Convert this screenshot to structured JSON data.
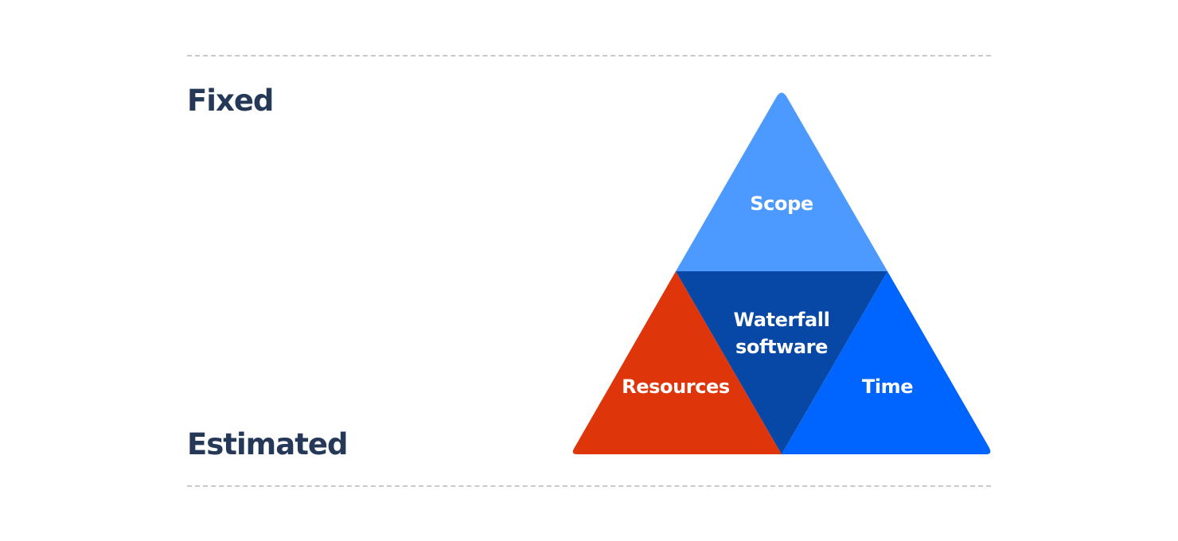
{
  "labels": {
    "fixed": "Fixed",
    "estimated": "Estimated"
  },
  "triangle": {
    "top": {
      "label": "Scope",
      "color": "#4c9aff"
    },
    "center": {
      "line1": "Waterfall",
      "line2": "software",
      "color": "#0747a6"
    },
    "left": {
      "label": "Resources",
      "color": "#de350b"
    },
    "right": {
      "label": "Time",
      "color": "#0065ff"
    }
  }
}
